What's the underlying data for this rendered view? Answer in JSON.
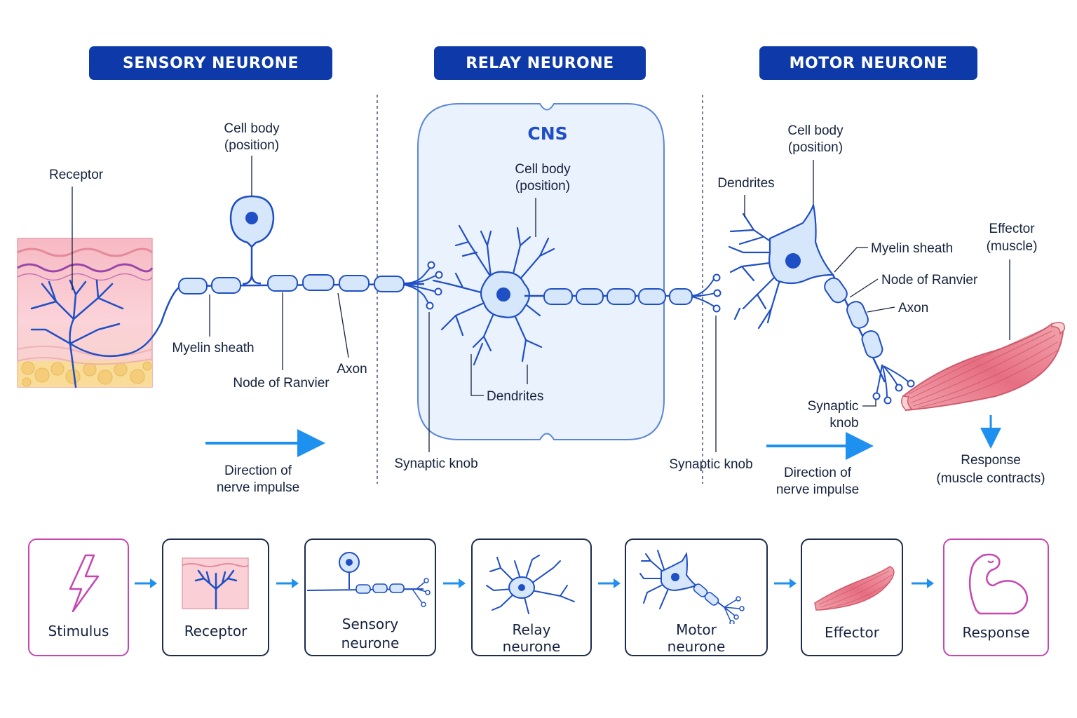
{
  "headers": {
    "sensory": "SENSORY NEURONE",
    "relay": "RELAY NEURONE",
    "motor": "MOTOR NEURONE"
  },
  "cns_label": "CNS",
  "sensory": {
    "receptor": "Receptor",
    "cell_body_1": "Cell body",
    "cell_body_2": "(position)",
    "myelin_sheath": "Myelin sheath",
    "node_of_ranvier": "Node of Ranvier",
    "axon": "Axon",
    "direction_1": "Direction of",
    "direction_2": "nerve impulse"
  },
  "relay": {
    "cell_body_1": "Cell body",
    "cell_body_2": "(position)",
    "dendrites": "Dendrites",
    "synaptic_knob": "Synaptic knob"
  },
  "motor": {
    "synaptic_knob_left": "Synaptic knob",
    "cell_body_1": "Cell body",
    "cell_body_2": "(position)",
    "dendrites": "Dendrites",
    "myelin_sheath": "Myelin sheath",
    "node_of_ranvier": "Node of Ranvier",
    "axon": "Axon",
    "synaptic_knob_1": "Synaptic",
    "synaptic_knob_2": "knob",
    "effector_1": "Effector",
    "effector_2": "(muscle)",
    "response_1": "Response",
    "response_2": "(muscle contracts)",
    "direction_1": "Direction of",
    "direction_2": "nerve impulse"
  },
  "flow": [
    {
      "line1": "Stimulus",
      "line2": ""
    },
    {
      "line1": "Receptor",
      "line2": ""
    },
    {
      "line1": "Sensory",
      "line2": "neurone"
    },
    {
      "line1": "Relay",
      "line2": "neurone"
    },
    {
      "line1": "Motor",
      "line2": "neurone"
    },
    {
      "line1": "Effector",
      "line2": ""
    },
    {
      "line1": "Response",
      "line2": ""
    }
  ],
  "colors": {
    "header_bg": "#0d3aa8",
    "neuron_stroke": "#1f4fc4",
    "neuron_fill": "#d6e6fb",
    "arrow": "#1e90f0",
    "stimulus_accent": "#c646b0",
    "muscle": "#e8808f"
  }
}
